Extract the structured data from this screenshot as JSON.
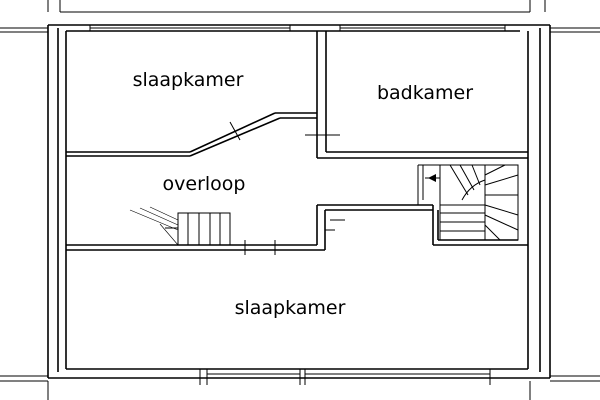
{
  "floorplan": {
    "rooms": [
      {
        "key": "slaapkamer_top",
        "label": "slaapkamer"
      },
      {
        "key": "badkamer",
        "label": "badkamer"
      },
      {
        "key": "overloop",
        "label": "overloop"
      },
      {
        "key": "slaapkamer_bottom",
        "label": "slaapkamer"
      }
    ]
  }
}
